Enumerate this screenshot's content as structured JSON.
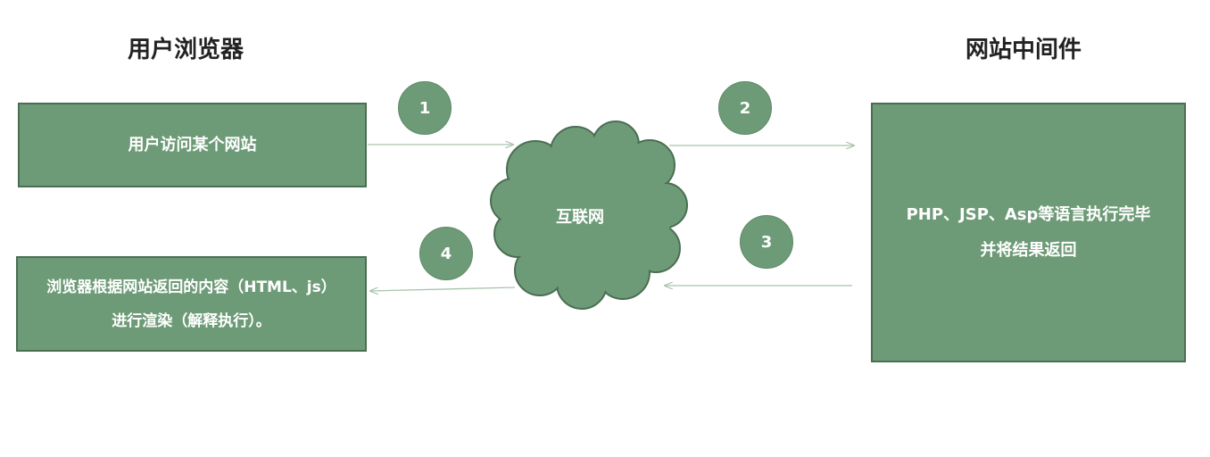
{
  "headings": {
    "browser": "用户浏览器",
    "middleware": "网站中间件"
  },
  "boxes": {
    "visit": "用户访问某个网站",
    "render_line1": "浏览器根据网站返回的内容（HTML、js）",
    "render_line2": "进行渲染（解释执行）。",
    "exec_line1": "PHP、JSP、Asp等语言执行完毕",
    "exec_line2": "并将结果返回"
  },
  "cloud": {
    "label": "互联网"
  },
  "steps": [
    "1",
    "2",
    "3",
    "4"
  ],
  "colors": {
    "fill": "#6e9b77",
    "border": "#4a6e52",
    "arrow": "#a9c4ae"
  }
}
